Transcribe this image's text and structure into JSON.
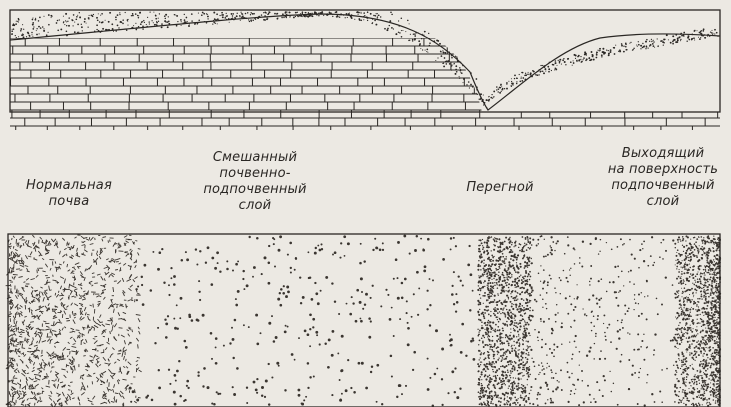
{
  "labels": {
    "normal_soil": "Нормальная\nпочва",
    "mixed_layer": "Смешанный\nпочвенно-\nподпочвенный\nслой",
    "humus": "Перегной",
    "exposed_subsoil": "Выходящий\nна поверхность\nподпочвенный\nслой"
  },
  "colors": {
    "paper": "#ece9e3",
    "ink": "#2a2724",
    "speckle": "#3a3530"
  }
}
